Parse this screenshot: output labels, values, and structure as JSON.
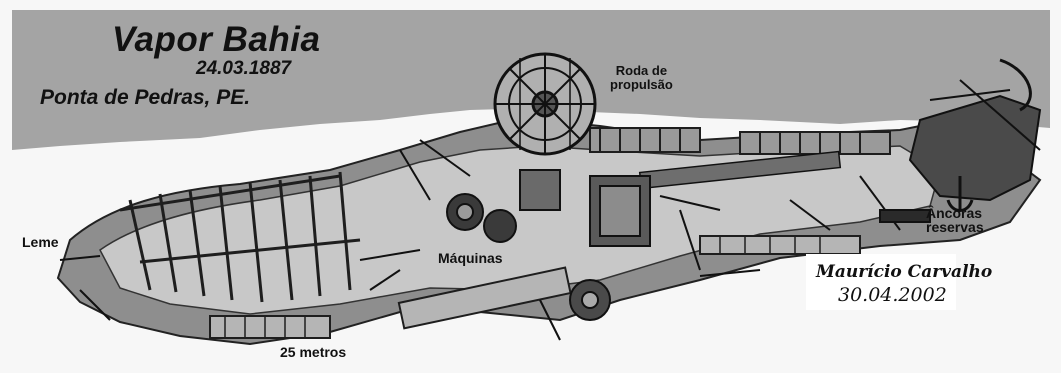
{
  "title": "Vapor Bahia",
  "date": "24.03.1887",
  "location": "Ponta de Pedras, PE.",
  "labels": {
    "paddle_wheel_line1": "Roda de",
    "paddle_wheel_line2": "propulsão",
    "rudder": "Leme",
    "engines": "Máquinas",
    "anchors_line1": "Âncoras",
    "anchors_line2": "reservas",
    "scale": "25 metros"
  },
  "signature": {
    "name": "Maurício Carvalho",
    "date": "30.04.2002"
  },
  "colors": {
    "water": "#a4a4a4",
    "sand": "#f7f7f7",
    "wreck_dark": "#3a3a3a",
    "wreck_mid": "#7a7a7a"
  }
}
